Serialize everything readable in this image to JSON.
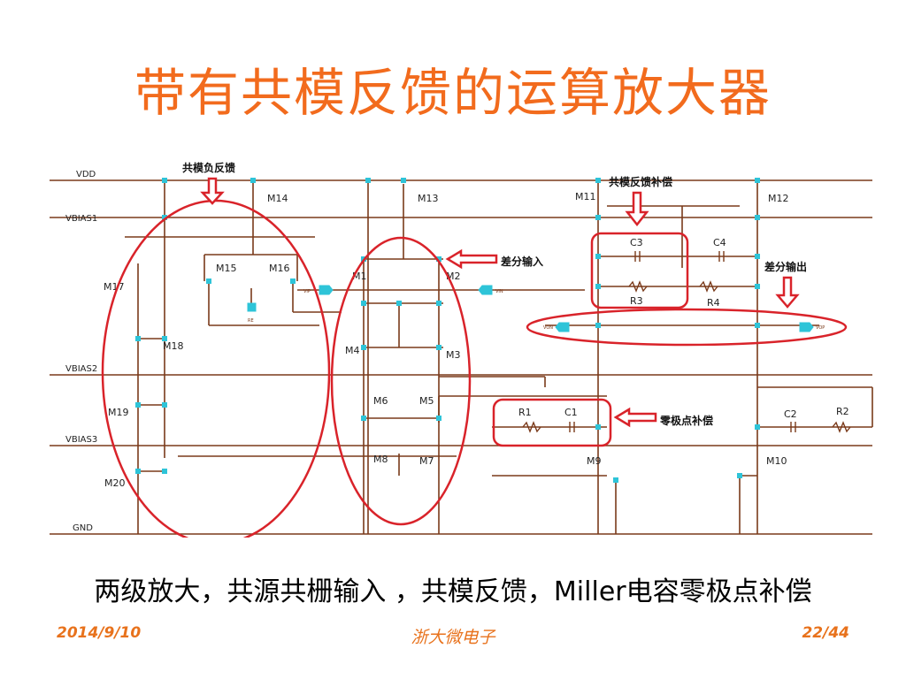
{
  "title": "带有共模反馈的运算放大器",
  "caption": "两级放大，共源共栅输入 ，共模反馈，Miller电容零极点补偿",
  "footer": {
    "date": "2014/9/10",
    "org": "浙大微电子",
    "page": "22/44"
  },
  "schematic": {
    "rails": {
      "vdd": "VDD",
      "vbias1": "VBIAS1",
      "vbias2": "VBIAS2",
      "vbias3": "VBIAS3",
      "gnd": "GND"
    },
    "transistors": {
      "m1": "M1",
      "m2": "M2",
      "m3": "M3",
      "m4": "M4",
      "m5": "M5",
      "m6": "M6",
      "m7": "M7",
      "m8": "M8",
      "m9": "M9",
      "m10": "M10",
      "m11": "M11",
      "m12": "M12",
      "m13": "M13",
      "m14": "M14",
      "m15": "M15",
      "m16": "M16",
      "m17": "M17",
      "m18": "M18",
      "m19": "M19",
      "m20": "M20"
    },
    "passives": {
      "c1": "C1",
      "c2": "C2",
      "c3": "C3",
      "c4": "C4",
      "r1": "R1",
      "r2": "R2",
      "r3": "R3",
      "r4": "R4"
    },
    "annotations": {
      "cmfb": "共模负反馈",
      "cmfb_comp": "共模反馈补偿",
      "diff_in": "差分输入",
      "diff_out": "差分输出",
      "zero_comp": "零极点补偿"
    },
    "ports": {
      "vip": "VIP",
      "vin": "VIN",
      "von": "VON",
      "vop": "VOP",
      "ref": "RE"
    },
    "colors": {
      "wire": "#7a3a1a",
      "node": "#2ec4d8",
      "annotation": "#d9232a",
      "gridline": "#555555"
    }
  }
}
